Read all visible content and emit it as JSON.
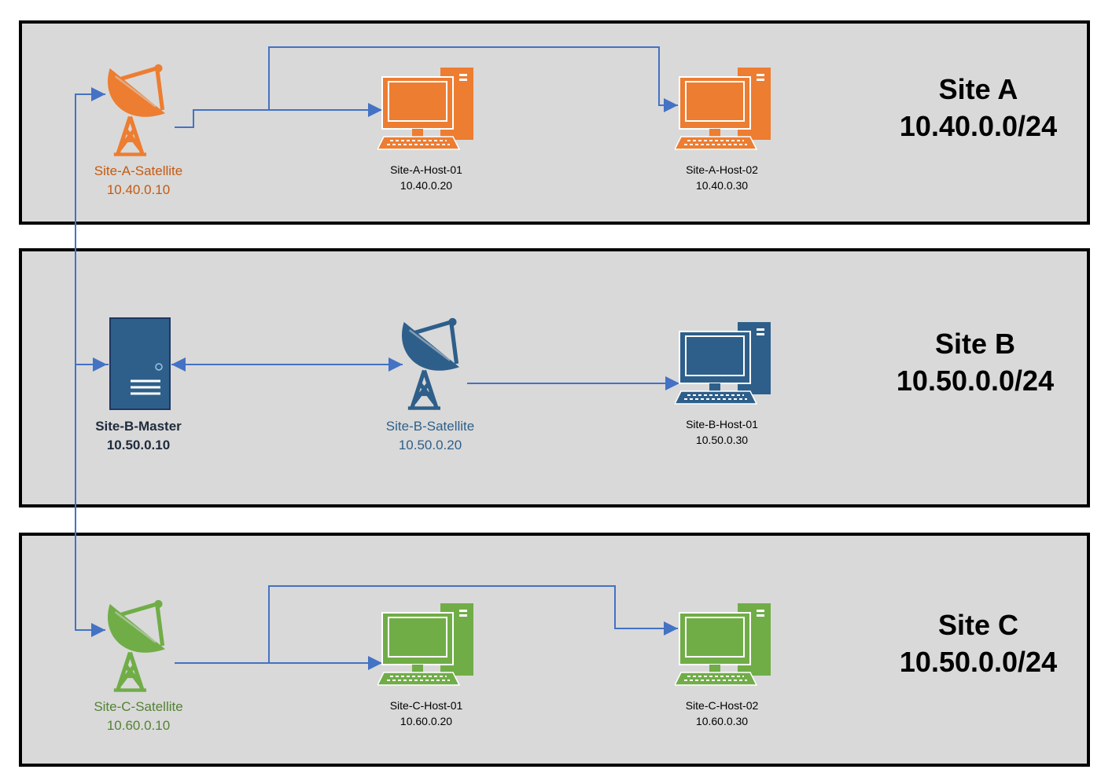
{
  "colors": {
    "site_a": "#ed7d31",
    "site_a_text": "#c55a11",
    "site_b": "#2e5f8a",
    "site_b_text": "#1f3864",
    "site_c": "#70ad47",
    "site_c_text": "#548235",
    "link": "#4472c4"
  },
  "sites": {
    "a": {
      "name": "Site A",
      "network": "10.40.0.0/24",
      "satellite": {
        "name": "Site-A-Satellite",
        "ip": "10.40.0.10",
        "icon": "satellite-dish-icon"
      },
      "host1": {
        "name": "Site-A-Host-01",
        "ip": "10.40.0.20",
        "icon": "workstation-icon"
      },
      "host2": {
        "name": "Site-A-Host-02",
        "ip": "10.40.0.30",
        "icon": "workstation-icon"
      }
    },
    "b": {
      "name": "Site B",
      "network": "10.50.0.0/24",
      "master": {
        "name": "Site-B-Master",
        "ip": "10.50.0.10",
        "icon": "server-icon"
      },
      "satellite": {
        "name": "Site-B-Satellite",
        "ip": "10.50.0.20",
        "icon": "satellite-dish-icon"
      },
      "host1": {
        "name": "Site-B-Host-01",
        "ip": "10.50.0.30",
        "icon": "workstation-icon"
      }
    },
    "c": {
      "name": "Site C",
      "network": "10.50.0.0/24",
      "satellite": {
        "name": "Site-C-Satellite",
        "ip": "10.60.0.10",
        "icon": "satellite-dish-icon"
      },
      "host1": {
        "name": "Site-C-Host-01",
        "ip": "10.60.0.20",
        "icon": "workstation-icon"
      },
      "host2": {
        "name": "Site-C-Host-02",
        "ip": "10.60.0.30",
        "icon": "workstation-icon"
      }
    }
  }
}
